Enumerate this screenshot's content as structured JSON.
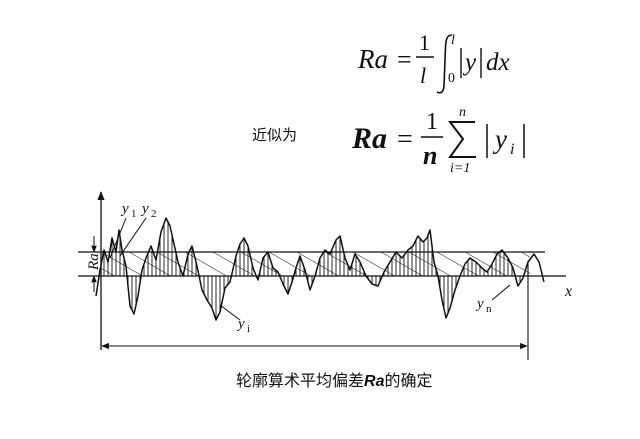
{
  "formulas": {
    "exact": {
      "lhs": "Ra",
      "equals": "=",
      "numerator": "1",
      "denominator": "l",
      "integral_upper": "l",
      "integral_lower": "0",
      "integrand_y": "y",
      "dx": "dx"
    },
    "approx_label": "近似为",
    "approx": {
      "lhs": "Ra",
      "equals": "=",
      "numerator": "1",
      "denominator": "n",
      "sum_upper": "n",
      "sum_lower": "i=1",
      "term_y": "y",
      "term_sub": "i"
    }
  },
  "diagram": {
    "label_y1": "y",
    "label_y1_sub": "1",
    "label_y2": "y",
    "label_y2_sub": "2",
    "label_ra": "Ra",
    "label_x": "x",
    "label_yi": "y",
    "label_yi_sub": "i",
    "label_yn": "y",
    "label_yn_sub": "n",
    "stroke_color": "#111111"
  },
  "caption": {
    "prefix": "轮廓算术平均偏差",
    "emph": "Ra",
    "suffix": "的确定"
  }
}
